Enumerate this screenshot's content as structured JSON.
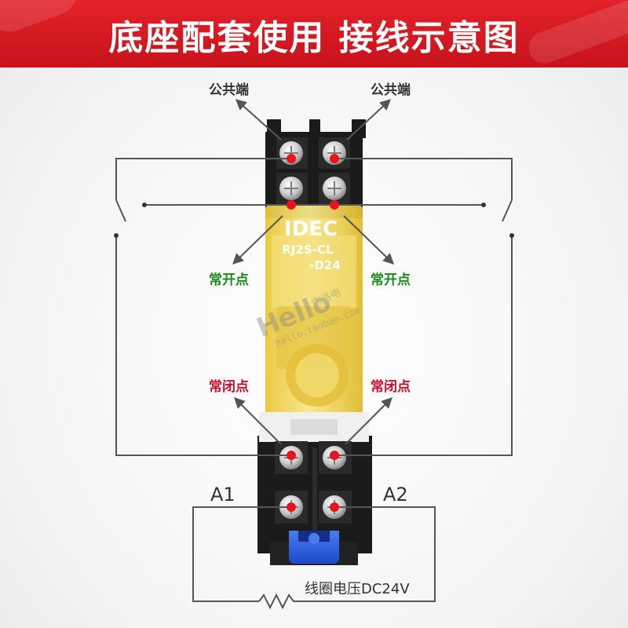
{
  "banner": {
    "title": "底座配套使用 接线示意图",
    "color": "#d4161f"
  },
  "labels": {
    "common_left": "公共端",
    "common_right": "公共端",
    "no_left": "常开点",
    "no_right": "常开点",
    "nc_left": "常闭点",
    "nc_right": "常闭点",
    "a1": "A1",
    "a2": "A2",
    "coil": "线圈电压DC24V"
  },
  "relay": {
    "brand": "IDEC",
    "model_line1": "RJ2S-CL",
    "model_line2": "-D24"
  },
  "watermark": {
    "brand": "Hello",
    "cn": "内洛电",
    "url": "hello.taobao.com"
  },
  "colors": {
    "no_label": "#1a8a1a",
    "nc_label": "#c8102e",
    "terminal_dot": "#e8141c",
    "wire": "#555555",
    "relay_body": "#f2dc5a",
    "base": "#1b1b1b"
  }
}
